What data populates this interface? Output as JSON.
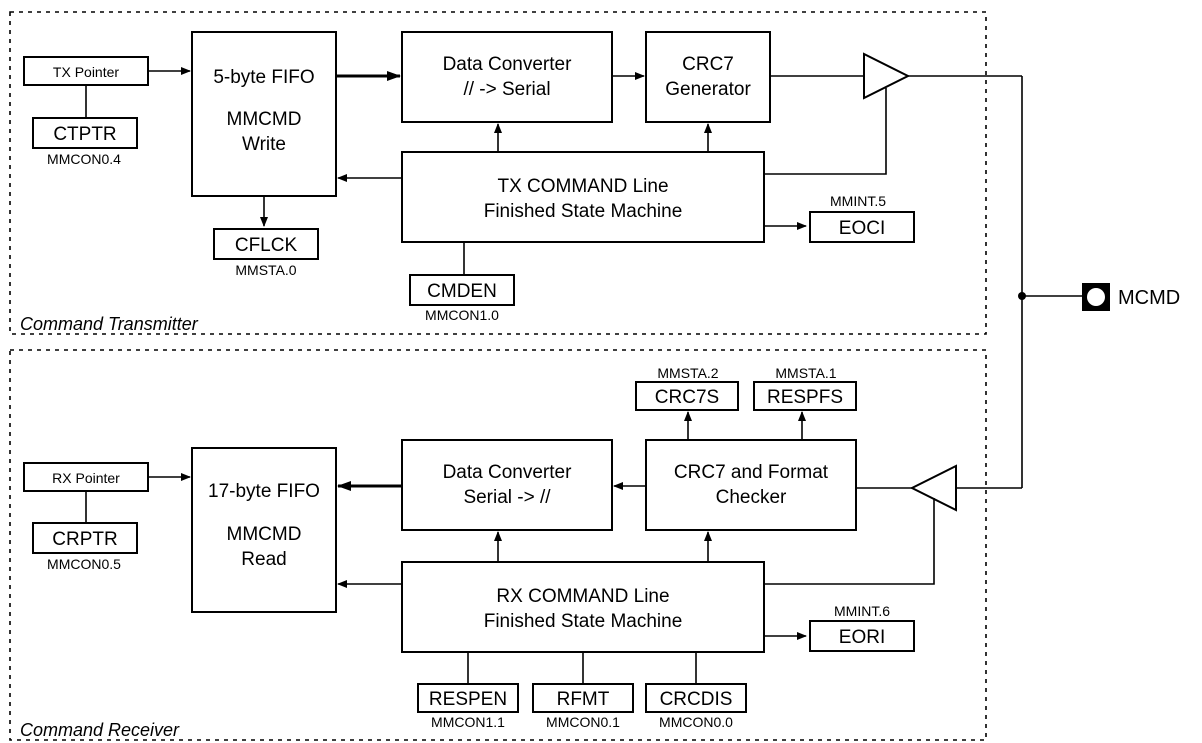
{
  "sections": {
    "transmitter": "Command Transmitter",
    "receiver": "Command Receiver"
  },
  "pin": {
    "label": "MCMD"
  },
  "tx": {
    "pointer": "TX Pointer",
    "fifo": [
      "5-byte FIFO",
      "MMCMD",
      "Write"
    ],
    "converter": [
      "Data Converter",
      "// -> Serial"
    ],
    "crc": [
      "CRC7",
      "Generator"
    ],
    "fsm": [
      "TX COMMAND Line",
      "Finished State Machine"
    ],
    "regs": {
      "ctptr": {
        "name": "CTPTR",
        "addr": "MMCON0.4"
      },
      "cflck": {
        "name": "CFLCK",
        "addr": "MMSTA.0"
      },
      "cmden": {
        "name": "CMDEN",
        "addr": "MMCON1.0"
      },
      "eoci": {
        "name": "EOCI",
        "addr": "MMINT.5"
      }
    }
  },
  "rx": {
    "pointer": "RX Pointer",
    "fifo": [
      "17-byte FIFO",
      "MMCMD",
      "Read"
    ],
    "converter": [
      "Data Converter",
      "Serial -> //"
    ],
    "crc": [
      "CRC7 and Format",
      "Checker"
    ],
    "fsm": [
      "RX COMMAND Line",
      "Finished State Machine"
    ],
    "regs": {
      "crptr": {
        "name": "CRPTR",
        "addr": "MMCON0.5"
      },
      "crc7s": {
        "name": "CRC7S",
        "addr": "MMSTA.2"
      },
      "respfs": {
        "name": "RESPFS",
        "addr": "MMSTA.1"
      },
      "eori": {
        "name": "EORI",
        "addr": "MMINT.6"
      },
      "respen": {
        "name": "RESPEN",
        "addr": "MMCON1.1"
      },
      "rfmt": {
        "name": "RFMT",
        "addr": "MMCON0.1"
      },
      "crcdis": {
        "name": "CRCDIS",
        "addr": "MMCON0.0"
      }
    }
  }
}
